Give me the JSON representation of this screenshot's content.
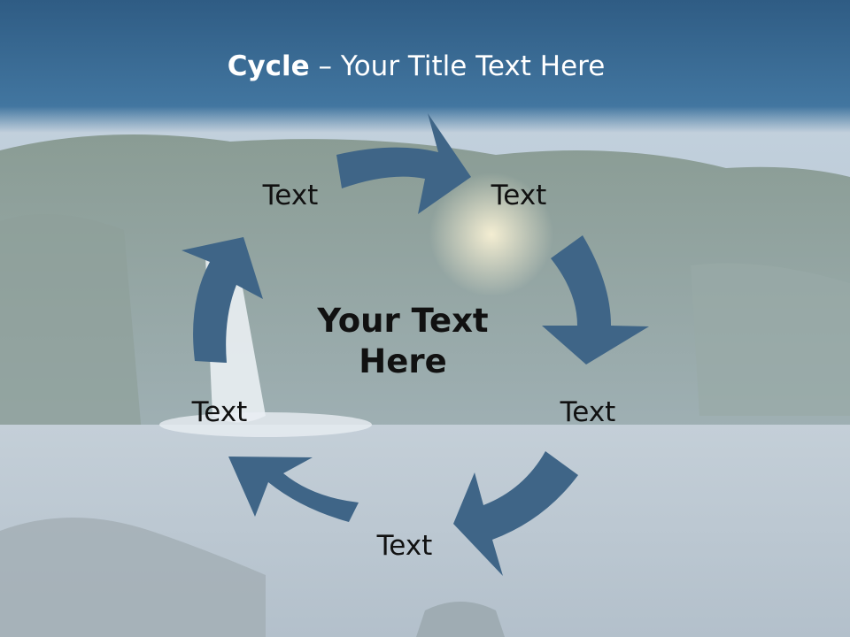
{
  "slide": {
    "title_bold": "Cycle",
    "title_rest": " – Your Title Text Here",
    "center_text_line1": "Your Text",
    "center_text_line2": "Here"
  },
  "cycle": {
    "labels": [
      "Text",
      "Text",
      "Text",
      "Text",
      "Text"
    ]
  },
  "colors": {
    "arrow": "#3f6587",
    "title_band": "#3a6a92",
    "title_text": "#ffffff"
  }
}
